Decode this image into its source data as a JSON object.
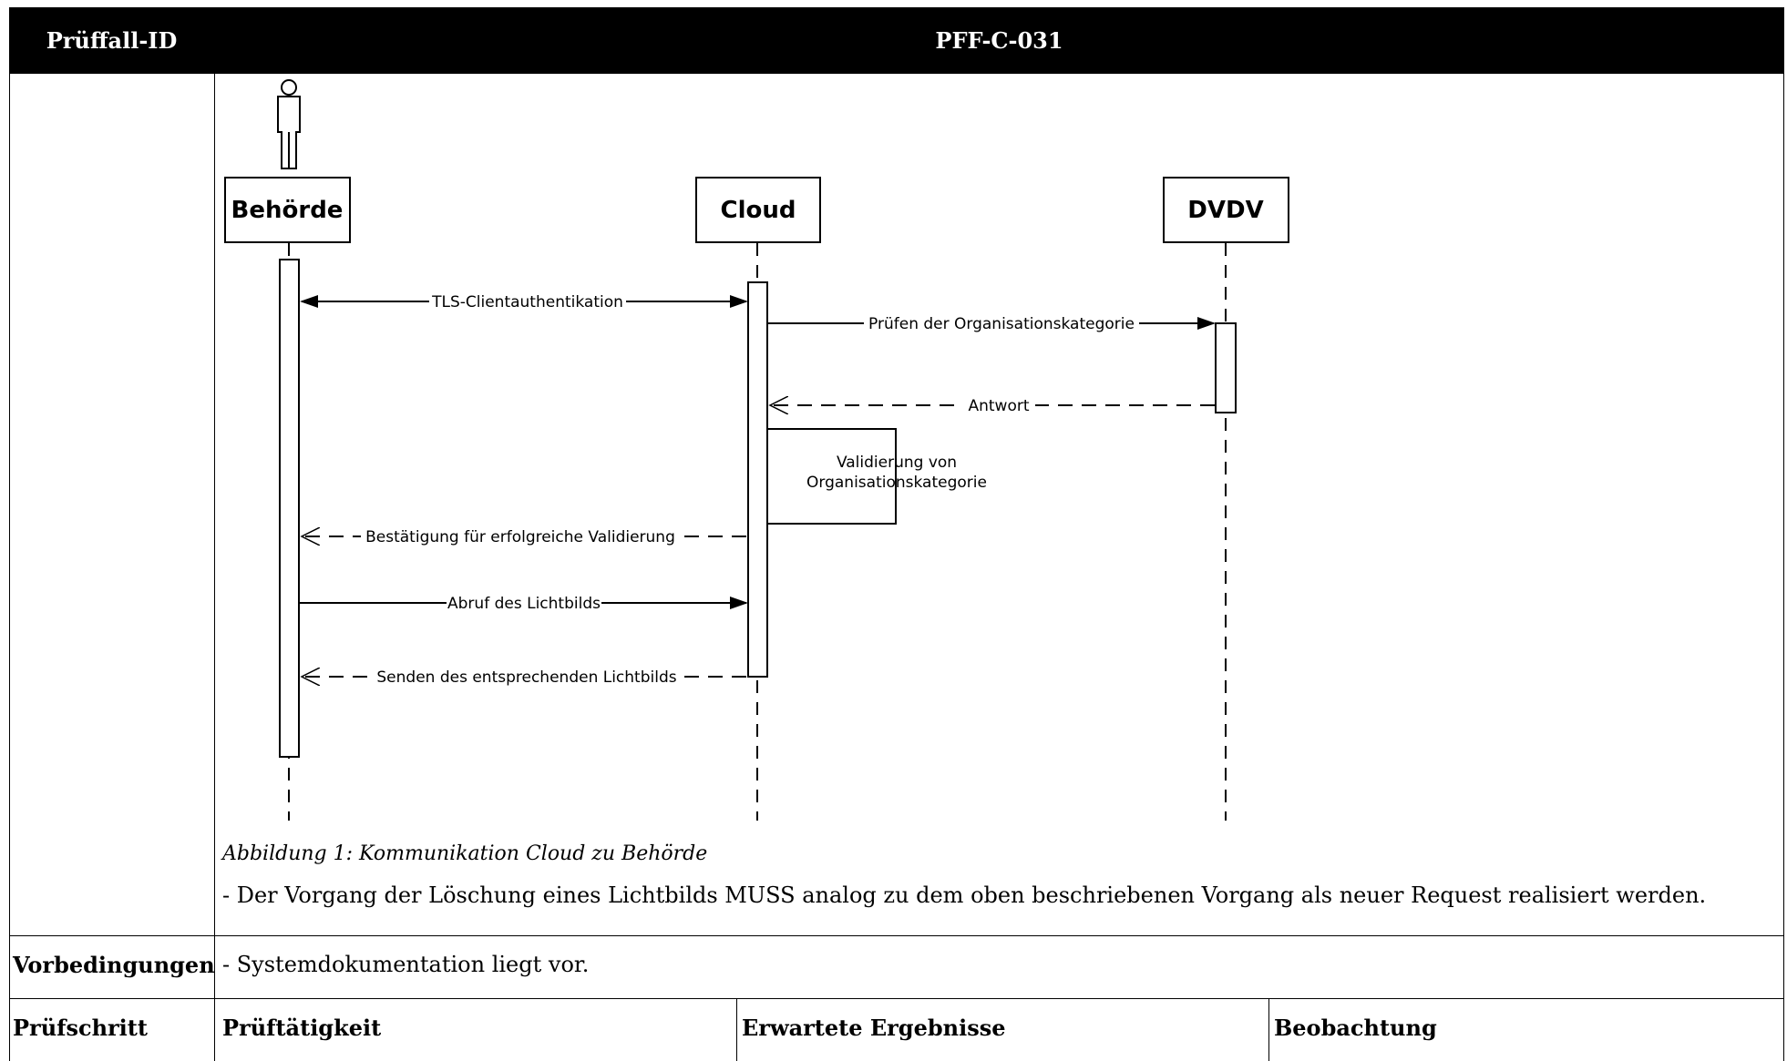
{
  "header": {
    "id_label": "Prüffall-ID",
    "id_value": "PFF-C-031"
  },
  "diagram": {
    "participants": [
      "Behörde",
      "Cloud",
      "DVDV"
    ],
    "messages": [
      "TLS-Clientauthentikation",
      "Prüfen der Organisationskategorie",
      "Antwort",
      "Bestätigung für erfolgreiche Validierung",
      "Abruf des Lichtbilds",
      "Senden des entsprechenden Lichtbilds"
    ],
    "self_note": [
      "Validierung von",
      "Organisationskategorie"
    ]
  },
  "caption": "Abbildung 1: Kommunikation Cloud zu Behörde",
  "note": "- Der Vorgang der Löschung eines Lichtbilds MUSS analog zu dem oben beschriebenen Vorgang als neuer Request realisiert werden.",
  "preconditions": {
    "label": "Vorbedingungen",
    "text": "- Systemdokumentation liegt vor."
  },
  "columns": {
    "step": "Prüfschritt",
    "activity": "Prüftätigkeit",
    "expected": "Erwartete Ergebnisse",
    "observation": "Beobachtung"
  }
}
